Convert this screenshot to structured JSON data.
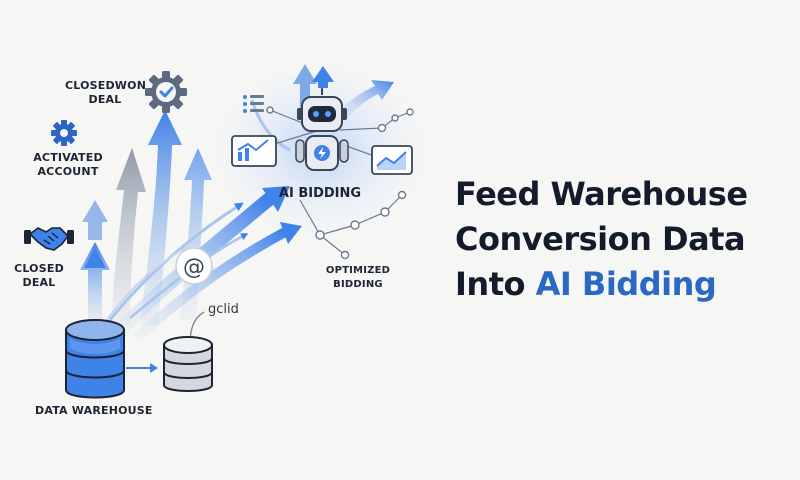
{
  "labels": {
    "closed_won": [
      "CLOSEDWON",
      "DEAL"
    ],
    "activated": [
      "ACTIVATED",
      "ACCOUNT"
    ],
    "closed": [
      "CLOSED",
      "DEAL"
    ],
    "data_warehouse": "DATA WAREHOUSE",
    "ai_bidding": "AI BIDDING",
    "optimized": [
      "OPTIMIZED",
      "BIDDING"
    ],
    "gclid": "gclid"
  },
  "headline": {
    "line1": "Feed Warehouse",
    "line2": "Conversion Data",
    "line3_prefix": "Into ",
    "line3_accent": "AI Bidding"
  },
  "icons": [
    "gear-check-icon",
    "gear-icon",
    "handshake-icon",
    "at-sign-icon",
    "database-icon",
    "robot-icon",
    "line-chart-icon",
    "list-icon",
    "trend-chart-icon"
  ],
  "colors": {
    "accent": "#2a68c4",
    "ink": "#141b2b",
    "arrow": "#3f82e8",
    "arrow_light": "#bcd3f3"
  }
}
